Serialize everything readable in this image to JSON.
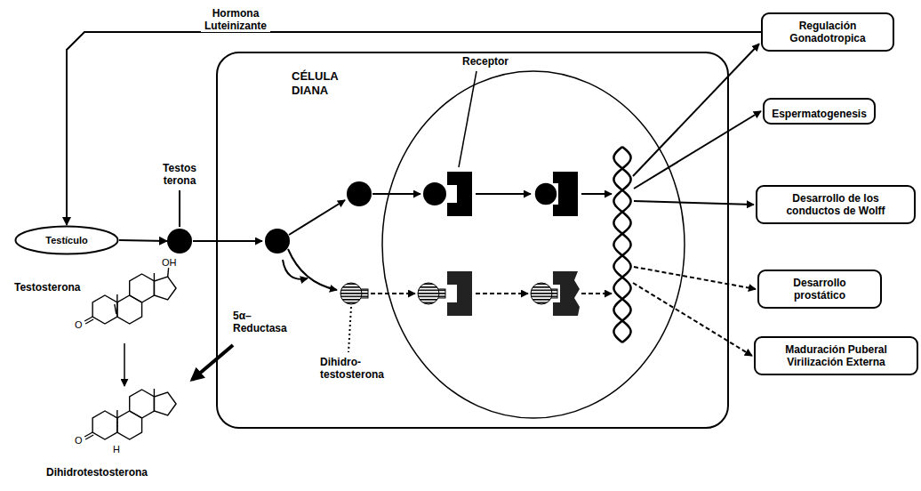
{
  "diagram": {
    "nodes": [
      {
        "text": [
          "Testículo"
        ]
      },
      {
        "text": [
          "Testos terona"
        ]
      },
      {
        "text": [
          "CÉLULA DIANA"
        ]
      },
      {
        "text": [
          "Regulación Gonadotropica"
        ]
      },
      {
        "text": [
          "Espermatogenesis"
        ]
      },
      {
        "text": [
          "Desarrollo de los conductos de Wolff"
        ]
      },
      {
        "text": [
          "Desarrollo prostático"
        ]
      },
      {
        "text": [
          "Maduración Puberal Virilización Externa"
        ]
      }
    ],
    "edges": [
      {
        "from": 3,
        "to": 0,
        "arrow": "to",
        "label": "Hormona Luteinizante"
      },
      {
        "from": 0,
        "to": 1,
        "arrow": "to"
      }
    ],
    "labels": [
      "Receptor",
      "5α– Reductasa",
      "Dihidro- testosterona",
      "Testosterona",
      "OH",
      "O",
      "Dihidrotestosterona",
      "O",
      "H"
    ]
  }
}
